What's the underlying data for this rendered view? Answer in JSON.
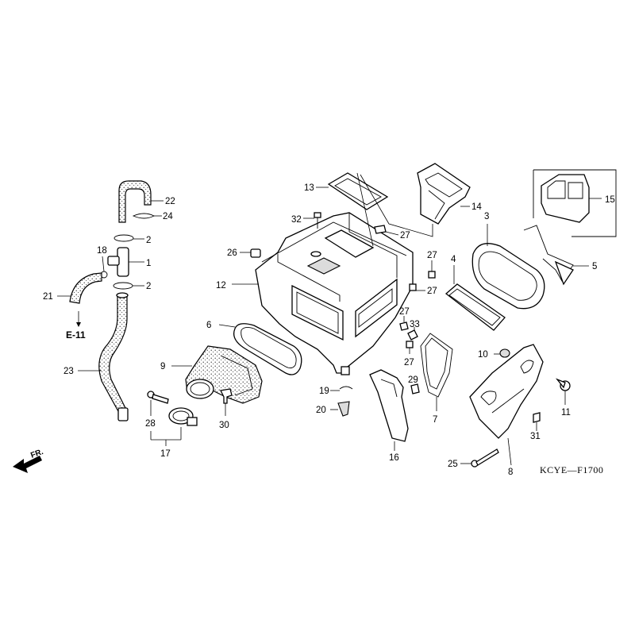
{
  "diagram": {
    "drawing_code": "KCYE—F1700",
    "direction_label": "FR.",
    "reference_label": "E-11",
    "callouts": {
      "c1": "1",
      "c2a": "2",
      "c2b": "2",
      "c3": "3",
      "c4": "4",
      "c5": "5",
      "c6": "6",
      "c7": "7",
      "c8": "8",
      "c9": "9",
      "c10": "10",
      "c11": "11",
      "c12": "12",
      "c13": "13",
      "c14": "14",
      "c15": "15",
      "c16": "16",
      "c17": "17",
      "c18": "18",
      "c19": "19",
      "c20": "20",
      "c21": "21",
      "c22": "22",
      "c23": "23",
      "c24": "24",
      "c25": "25",
      "c26": "26",
      "c27a": "27",
      "c27b": "27",
      "c27c": "27",
      "c27d": "27",
      "c27e": "27",
      "c28": "28",
      "c29": "29",
      "c30": "30",
      "c31": "31",
      "c32": "32",
      "c33": "33"
    }
  }
}
